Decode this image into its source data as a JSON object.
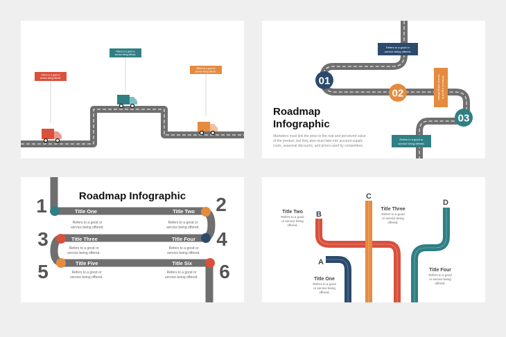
{
  "colors": {
    "red": "#d9503c",
    "teal": "#2f7f84",
    "orange": "#e58b3f",
    "navy": "#2c4a6b",
    "road": "#6f6f6f",
    "text": "#333333",
    "muted": "#777777"
  },
  "slide1": {
    "labels": [
      "Refers to a good or service being offered.",
      "Refers to a good or service being offered.",
      "Refers to a good or service being offered."
    ],
    "label_lines": [
      [
        "Refers to a good or",
        "service being offered."
      ],
      [
        "Refers to a good or",
        "service being offered."
      ],
      [
        "Refers to a good or",
        "service being offered."
      ]
    ]
  },
  "slide2": {
    "title_line1": "Roadmap",
    "title_line2": "Infographic",
    "body": [
      "Marketers must link the price to the real and perceived value",
      "of the product, but they also must take into account supply",
      "costs, seasonal discounts, and prices used by competitors."
    ],
    "steps": [
      "01",
      "02",
      "03"
    ],
    "box_navy": [
      "Refers to a good or",
      "service being offered."
    ],
    "box_orange": [
      "Refers to a good or",
      "service being offered."
    ],
    "box_teal": [
      "Refers to a good or",
      "service being offered."
    ]
  },
  "slide3": {
    "title": "Roadmap Infographic",
    "numbers": [
      "1",
      "2",
      "3",
      "4",
      "5",
      "6"
    ],
    "titles": [
      "Title One",
      "Title Two",
      "Title Three",
      "Title Four",
      "Title Five",
      "Title Six"
    ],
    "desc": [
      "Refers to a good or",
      "service being offered."
    ]
  },
  "slide4": {
    "letters": [
      "A",
      "B",
      "C",
      "D"
    ],
    "titles": [
      "Title One",
      "Title Two",
      "Title Three",
      "Title Four"
    ],
    "desc": [
      "Refers to a good",
      "or service  being",
      "offered."
    ]
  }
}
